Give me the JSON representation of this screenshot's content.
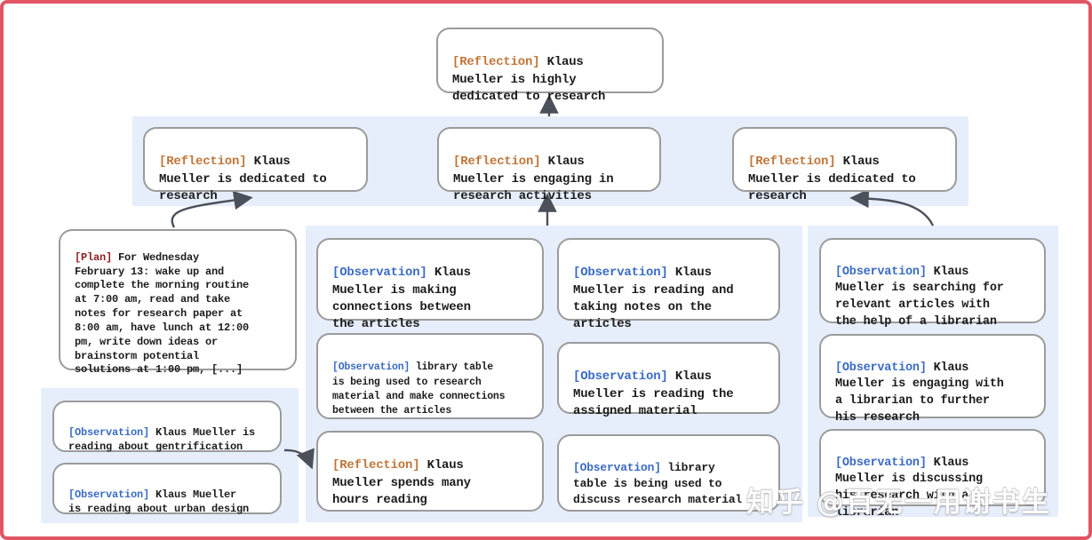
{
  "page": {
    "watermark": "知乎 @百无一用谢书生"
  },
  "colors": {
    "frame": "#e25564",
    "panel": "#e6eefb",
    "box-border": "#9b9b9b",
    "text": "#1c1c1c",
    "obs": "#3a6bc5",
    "refl": "#c0763a",
    "plan": "#8e1f1f",
    "arrow": "#4b505a"
  },
  "nodes": {
    "top": {
      "tag": "[Reflection]",
      "text": " Klaus\nMueller is highly\ndedicated to research"
    },
    "r1": {
      "tag": "[Reflection]",
      "text": " Klaus\nMueller is dedicated to\nresearch"
    },
    "r2": {
      "tag": "[Reflection]",
      "text": " Klaus\nMueller is engaging in\nresearch activities"
    },
    "r3": {
      "tag": "[Reflection]",
      "text": " Klaus\nMueller is dedicated to\nresearch"
    },
    "plan": {
      "tag": "[Plan]",
      "text": " For Wednesday\nFebruary 13: wake up and\ncomplete the morning routine\nat 7:00 am, read and take\nnotes for research paper at\n8:00 am, have lunch at 12:00\npm, write down ideas or\nbrainstorm potential\nsolutions at 1:00 pm, [...]"
    },
    "l1": {
      "tag": "[Observation]",
      "text": " Klaus Mueller is\nreading about gentrification"
    },
    "l2": {
      "tag": "[Observation]",
      "text": " Klaus Mueller\nis reading about urban design"
    },
    "a1": {
      "tag": "[Observation]",
      "text": " Klaus\nMueller is making\nconnections between\nthe articles"
    },
    "a2": {
      "tag": "[Observation]",
      "text": " library table\nis being used to research\nmaterial and make connections\nbetween the articles"
    },
    "a3": {
      "tag": "[Reflection]",
      "text": " Klaus\nMueller spends many\nhours reading"
    },
    "b1": {
      "tag": "[Observation]",
      "text": " Klaus\nMueller is reading and\ntaking notes on the\narticles"
    },
    "b2": {
      "tag": "[Observation]",
      "text": " Klaus\nMueller is reading the\nassigned material"
    },
    "b3": {
      "tag": "[Observation]",
      "text": " library\ntable is being used to\ndiscuss research material"
    },
    "c1": {
      "tag": "[Observation]",
      "text": " Klaus\nMueller is searching for\nrelevant articles with\nthe help of a librarian"
    },
    "c2": {
      "tag": "[Observation]",
      "text": " Klaus\nMueller is engaging with\na librarian to further\nhis research"
    },
    "c3": {
      "tag": "[Observation]",
      "text": " Klaus\nMueller is discussing\nhis research with a\nlibrarian"
    }
  }
}
